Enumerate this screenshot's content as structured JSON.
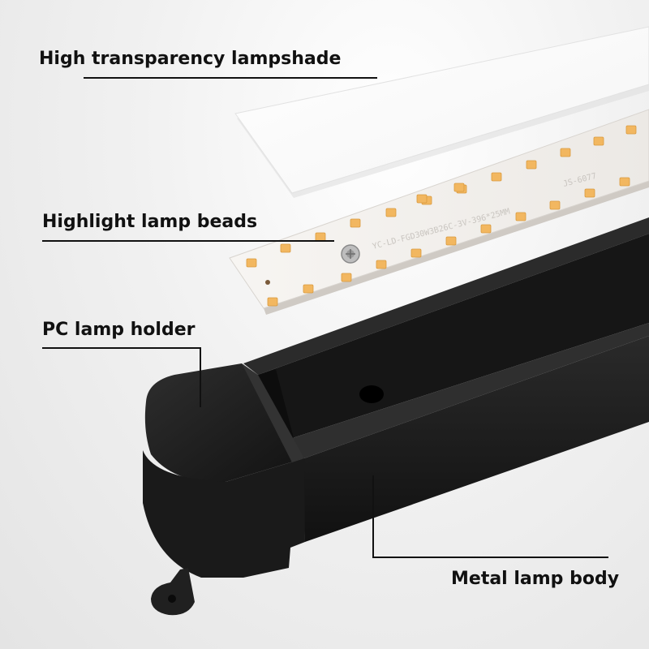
{
  "callouts": {
    "lampshade": "High transparency lampshade",
    "beads": "Highlight lamp beads",
    "holder": "PC lamp holder",
    "body": "Metal lamp body"
  },
  "pcb_print": {
    "model_text": "YC-LD-FGD30W3B26C-3V-396*25MM",
    "code_text": "JS-6077"
  },
  "colors": {
    "background": "#eeeeee",
    "lampshade": "#ffffff",
    "pcb": "#f3f1ee",
    "led_chip": "#f2b760",
    "lamp_body": "#1c1c1c",
    "text": "#111111"
  }
}
